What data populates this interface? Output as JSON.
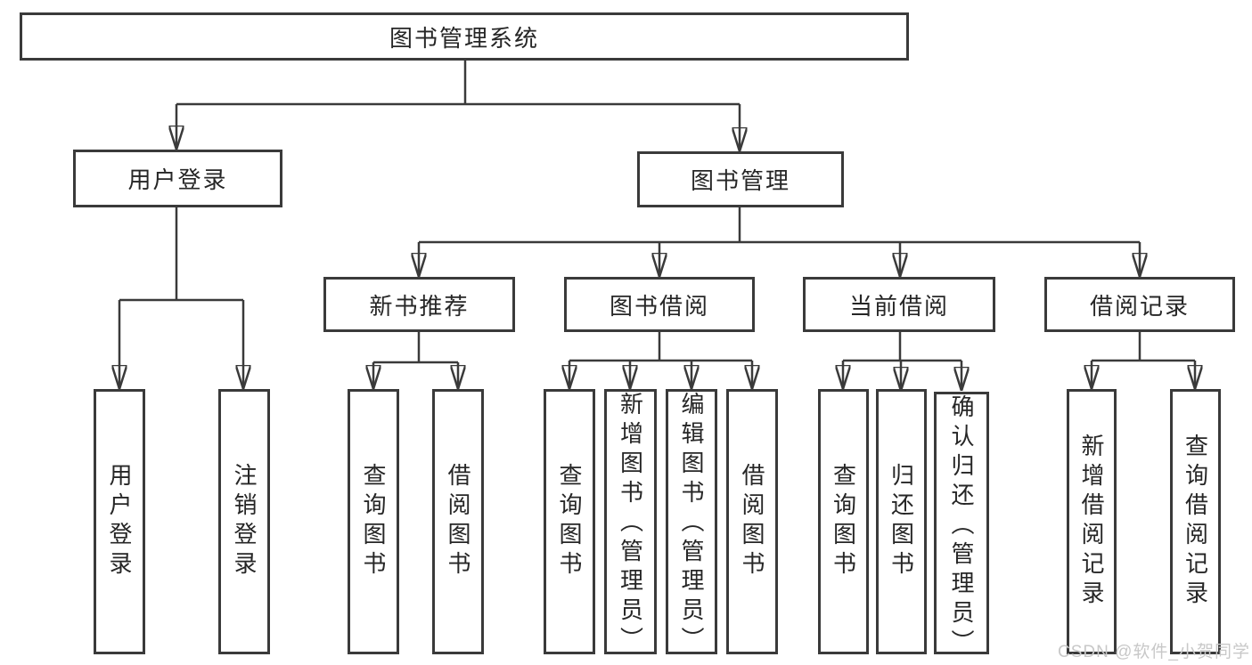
{
  "tree": {
    "root": {
      "label": "图书管理系统"
    },
    "user_branch": {
      "label": "用户登录",
      "children": [
        {
          "label": "用户登录"
        },
        {
          "label": "注销登录"
        }
      ]
    },
    "book_branch": {
      "label": "图书管理",
      "groups": [
        {
          "label": "新书推荐",
          "children": [
            {
              "label": "查询图书"
            },
            {
              "label": "借阅图书"
            }
          ]
        },
        {
          "label": "图书借阅",
          "children": [
            {
              "label": "查询图书"
            },
            {
              "label": "新增图书（管理员）"
            },
            {
              "label": "编辑图书（管理员）"
            },
            {
              "label": "借阅图书"
            }
          ]
        },
        {
          "label": "当前借阅",
          "children": [
            {
              "label": "查询图书"
            },
            {
              "label": "归还图书"
            },
            {
              "label": "确认归还（管理员）"
            }
          ]
        },
        {
          "label": "借阅记录",
          "children": [
            {
              "label": "新增借阅记录"
            },
            {
              "label": "查询借阅记录"
            }
          ]
        }
      ]
    }
  },
  "watermark": {
    "text": "CSDN @软件_小贺同学"
  },
  "colors": {
    "line": "#3a3a3a",
    "box_border": "#3a3a3a",
    "text": "#262626",
    "watermark": "#c8c8c8",
    "background": "#ffffff"
  }
}
